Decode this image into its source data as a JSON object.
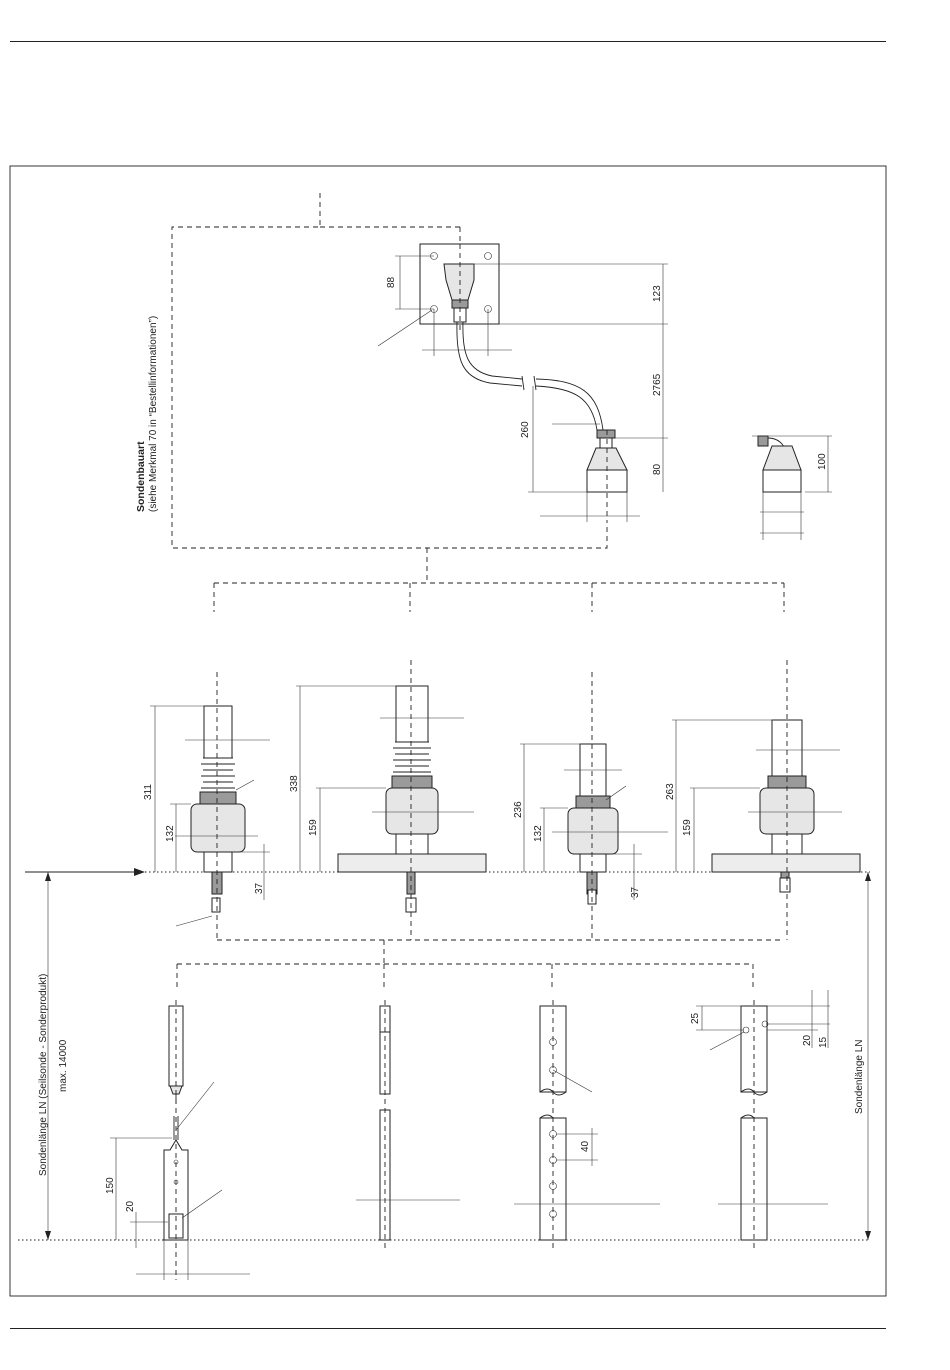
{
  "header_rule": true,
  "labels": {
    "probe_type_title": "Sondenbauart",
    "probe_type_note": "(siehe Merkmal 70 in “Bestellinformationen”)",
    "rope_length": "Sondenlänge LN (Seilsonde - Sonderprodukt)",
    "rope_max": "max. 14000",
    "probe_length": "Sondenlänge LN"
  },
  "dimensions": {
    "d88": "88",
    "d123": "123",
    "d2765": "2765",
    "d260": "260",
    "d80": "80",
    "d100": "100",
    "d311": "311",
    "d132a": "132",
    "d37a": "37",
    "d338": "338",
    "d159a": "159",
    "d236": "236",
    "d132b": "132",
    "d37b": "37",
    "d263": "263",
    "d159b": "159",
    "d150": "150",
    "d20a": "20",
    "d40": "40",
    "d25": "25",
    "d20b": "20",
    "d15": "15"
  }
}
